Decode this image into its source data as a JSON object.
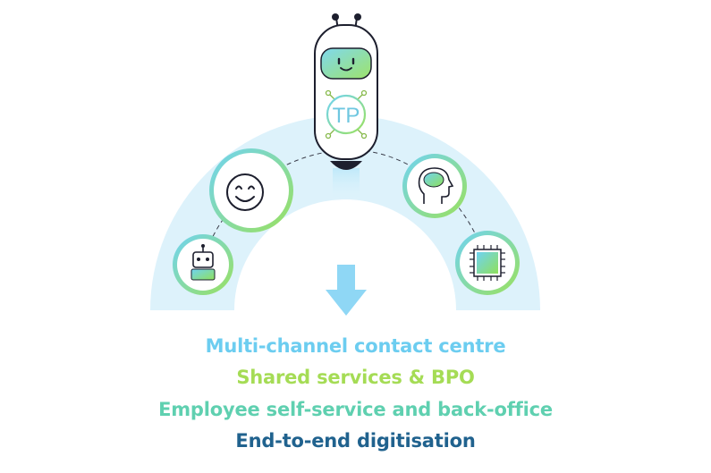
{
  "logo": {
    "text": "TP"
  },
  "colors": {
    "arc_fill": "#ddf2fb",
    "arrow": "#8fd7f5",
    "ring_gradient": [
      "#6fd3f3",
      "#9be15d"
    ],
    "dark": "#1d1f2e"
  },
  "icons": {
    "large_left": "smiley-face-icon",
    "small_left": "robot-icon",
    "right_top": "brain-head-icon",
    "right_bottom": "cpu-chip-icon",
    "center": "down-arrow-icon",
    "mascot": "tp-robot-mascot"
  },
  "captions": [
    {
      "text": "Multi-channel contact centre",
      "color": "#6ccdf0"
    },
    {
      "text": "Shared services & BPO",
      "color": "#a5dc55"
    },
    {
      "text": "Employee self-service and back-office",
      "color": "#5fd0b0"
    },
    {
      "text": "End-to-end digitisation",
      "color": "#20628e"
    }
  ]
}
